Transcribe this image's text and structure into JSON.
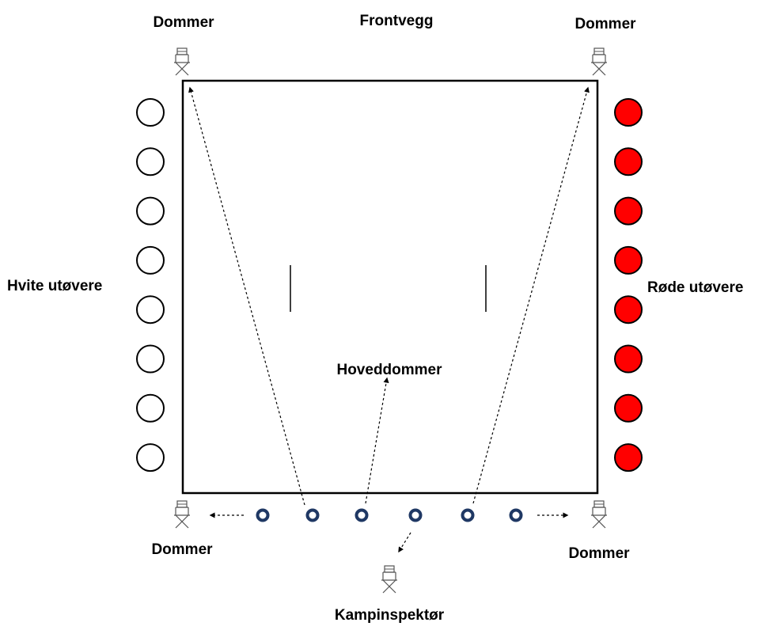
{
  "labels": {
    "front_wall": "Frontvegg",
    "judge_top_left": "Dommer",
    "judge_top_right": "Dommer",
    "judge_bottom_left": "Dommer",
    "judge_bottom_right": "Dommer",
    "white_athletes": "Hvite utøvere",
    "red_athletes": "Røde utøvere",
    "head_judge": "Hoveddommer",
    "match_inspector": "Kampinspektør"
  },
  "white_athletes": {
    "count": 8,
    "fill": "#ffffff",
    "stroke": "#000000"
  },
  "red_athletes": {
    "count": 8,
    "fill": "#ff0000",
    "stroke": "#000000"
  },
  "bench_markers": {
    "count": 6,
    "color": "#1f3864"
  },
  "icons": {
    "judge_chair": "director-chair-icon",
    "athlete": "circle-icon",
    "marker": "ring-icon"
  }
}
